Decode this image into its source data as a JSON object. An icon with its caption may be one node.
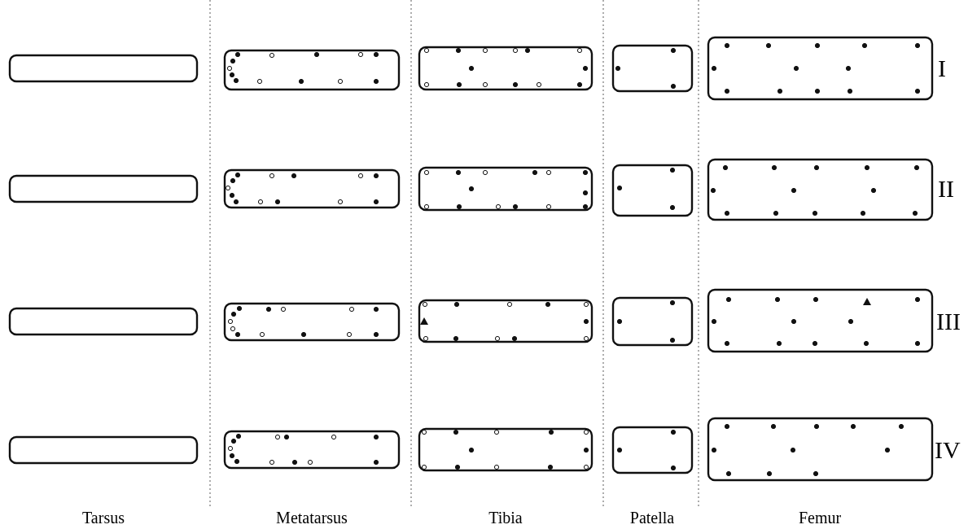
{
  "diagram": {
    "labels": [
      "I",
      "II",
      "III",
      "IV",
      "Tarsus",
      "Metatarsus",
      "Tibia",
      "Patella",
      "Femur"
    ]
  }
}
